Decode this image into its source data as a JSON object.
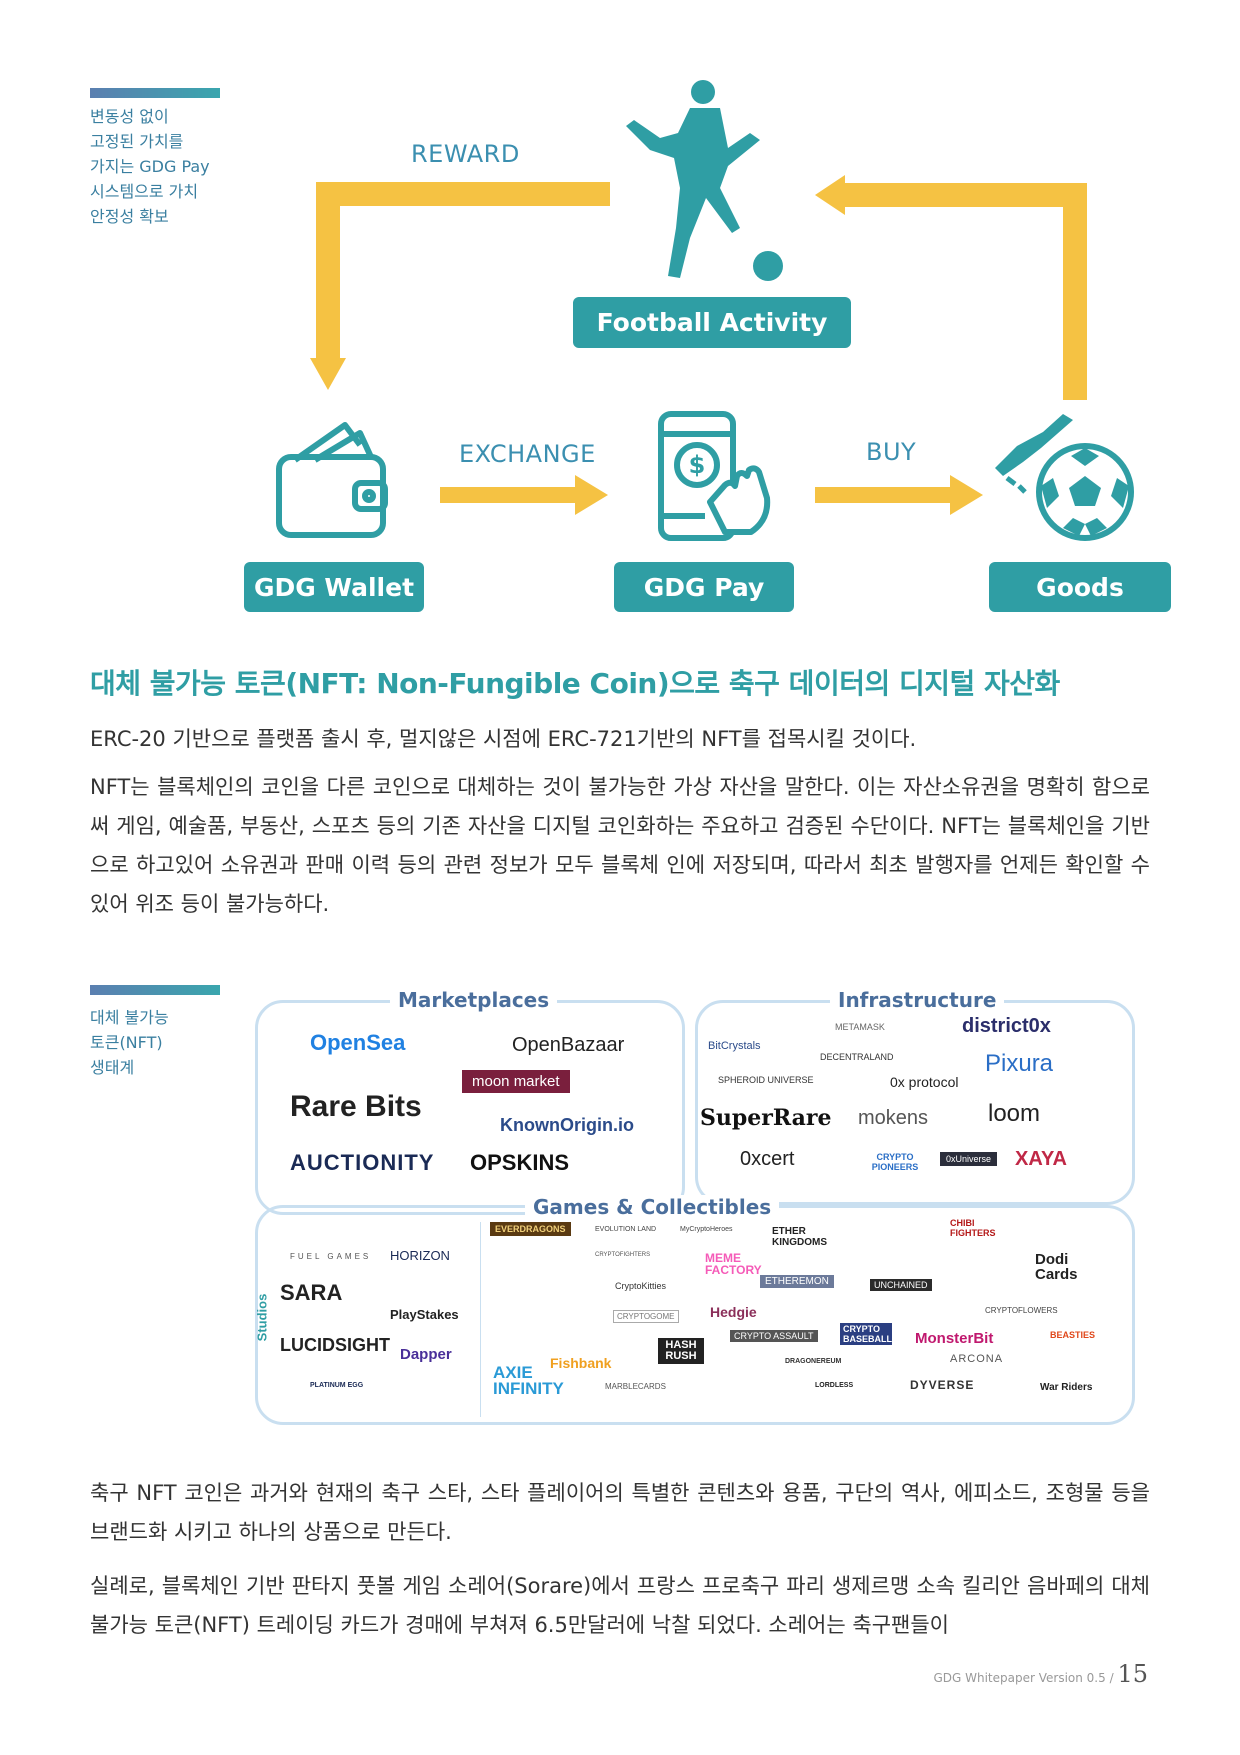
{
  "side_notes": {
    "stability": [
      "변동성 없이",
      "고정된 가치를",
      "가지는 GDG Pay",
      "시스템으로 가치",
      "안정성 확보"
    ],
    "ecosystem": [
      "대체 불가능",
      "토큰(NFT)",
      "생태계"
    ]
  },
  "flow": {
    "reward": "REWARD",
    "exchange": "EXCHANGE",
    "buy": "BUY",
    "football_activity": "Football Activity",
    "gdg_wallet": "GDG Wallet",
    "gdg_pay": "GDG Pay",
    "goods": "Goods",
    "colors": {
      "teal": "#2f9ea4",
      "arrow": "#f5c243",
      "icon": "#2f9ea4"
    }
  },
  "section": {
    "heading": "대체 불가능 토큰(NFT: Non-Fungible Coin)으로 축구 데이터의 디지털 자산화",
    "p1": "ERC-20 기반으로 플랫폼 출시 후, 멀지않은 시점에 ERC-721기반의 NFT를 접목시킬 것이다.",
    "p2": "NFT는 블록체인의 코인을 다른 코인으로 대체하는 것이 불가능한 가상 자산을 말한다. 이는 자산소유권을 명확히 함으로써 게임, 예술품, 부동산, 스포츠 등의 기존 자산을 디지털 코인화하는 주요하고 검증된 수단이다. NFT는 블록체인을 기반으로 하고있어 소유권과 판매 이력 등의 관련 정보가 모두 블록체 인에 저장되며, 따라서 최초 발행자를 언제든 확인할 수 있어 위조 등이 불가능하다.",
    "p3": "축구 NFT 코인은 과거와 현재의 축구 스타, 스타 플레이어의 특별한 콘텐츠와 용품, 구단의 역사, 에피소드, 조형물 등을 브랜드화 시키고 하나의 상품으로 만든다.",
    "p4": "실례로, 블록체인 기반 판타지 풋볼 게임 소레어(Sorare)에서 프랑스 프로축구 파리 생제르맹 소속 킬리안 음바페의 대체 불가능 토큰(NFT) 트레이딩 카드가 경매에 부쳐져 6.5만달러에 낙찰 되었다. 소레어는 축구팬들이"
  },
  "ecosystem": {
    "marketplaces_title": "Marketplaces",
    "infrastructure_title": "Infrastructure",
    "games_title": "Games & Collectibles",
    "studios_label": "Studios",
    "marketplaces": [
      "OpenSea",
      "OpenBazaar",
      "moon market",
      "Rare Bits",
      "KnownOrigin.io",
      "AUCTIONITY",
      "OPSKINS"
    ],
    "infrastructure": [
      "BitCrystals",
      "METAMASK",
      "district0x",
      "DECENTRALAND",
      "SPHEROID UNIVERSE",
      "0x protocol",
      "Pixura",
      "SuperRare",
      "mokens",
      "loom",
      "0xcert",
      "CRYPTO PIONEERS",
      "0xUniverse",
      "XAYA"
    ],
    "studios": [
      "FUEL GAMES",
      "HORIZON",
      "SARA",
      "PlayStakes",
      "LUCIDSIGHT",
      "Dapper",
      "PLATINUM EGG"
    ],
    "games": [
      "EVERDRAGONS",
      "EVOLUTION LAND",
      "MyCryptoHeroes",
      "ETHER KINGDOMS",
      "CHIBI FIGHTERS",
      "CRYPTOFIGHTERS",
      "MEME FACTORY",
      "Dodi Cards",
      "CryptoKitties",
      "ETHEREMON",
      "UNCHAINED",
      "CRYPTOFLOWERS",
      "Hedgie",
      "CRYPTOGOME",
      "CRYPTO ASSAULT",
      "CRYPTO BASEBALL",
      "MonsterBit",
      "BEASTIES",
      "Fishbank",
      "HASH RUSH",
      "ARCONA",
      "DRAGONEREUM",
      "AXIE INFINITY",
      "MARBLECARDS",
      "LORDLESS",
      "DYVERSE",
      "War Riders"
    ]
  },
  "footer": {
    "text": "GDG Whitepaper Version 0.5 /",
    "page": "15"
  }
}
